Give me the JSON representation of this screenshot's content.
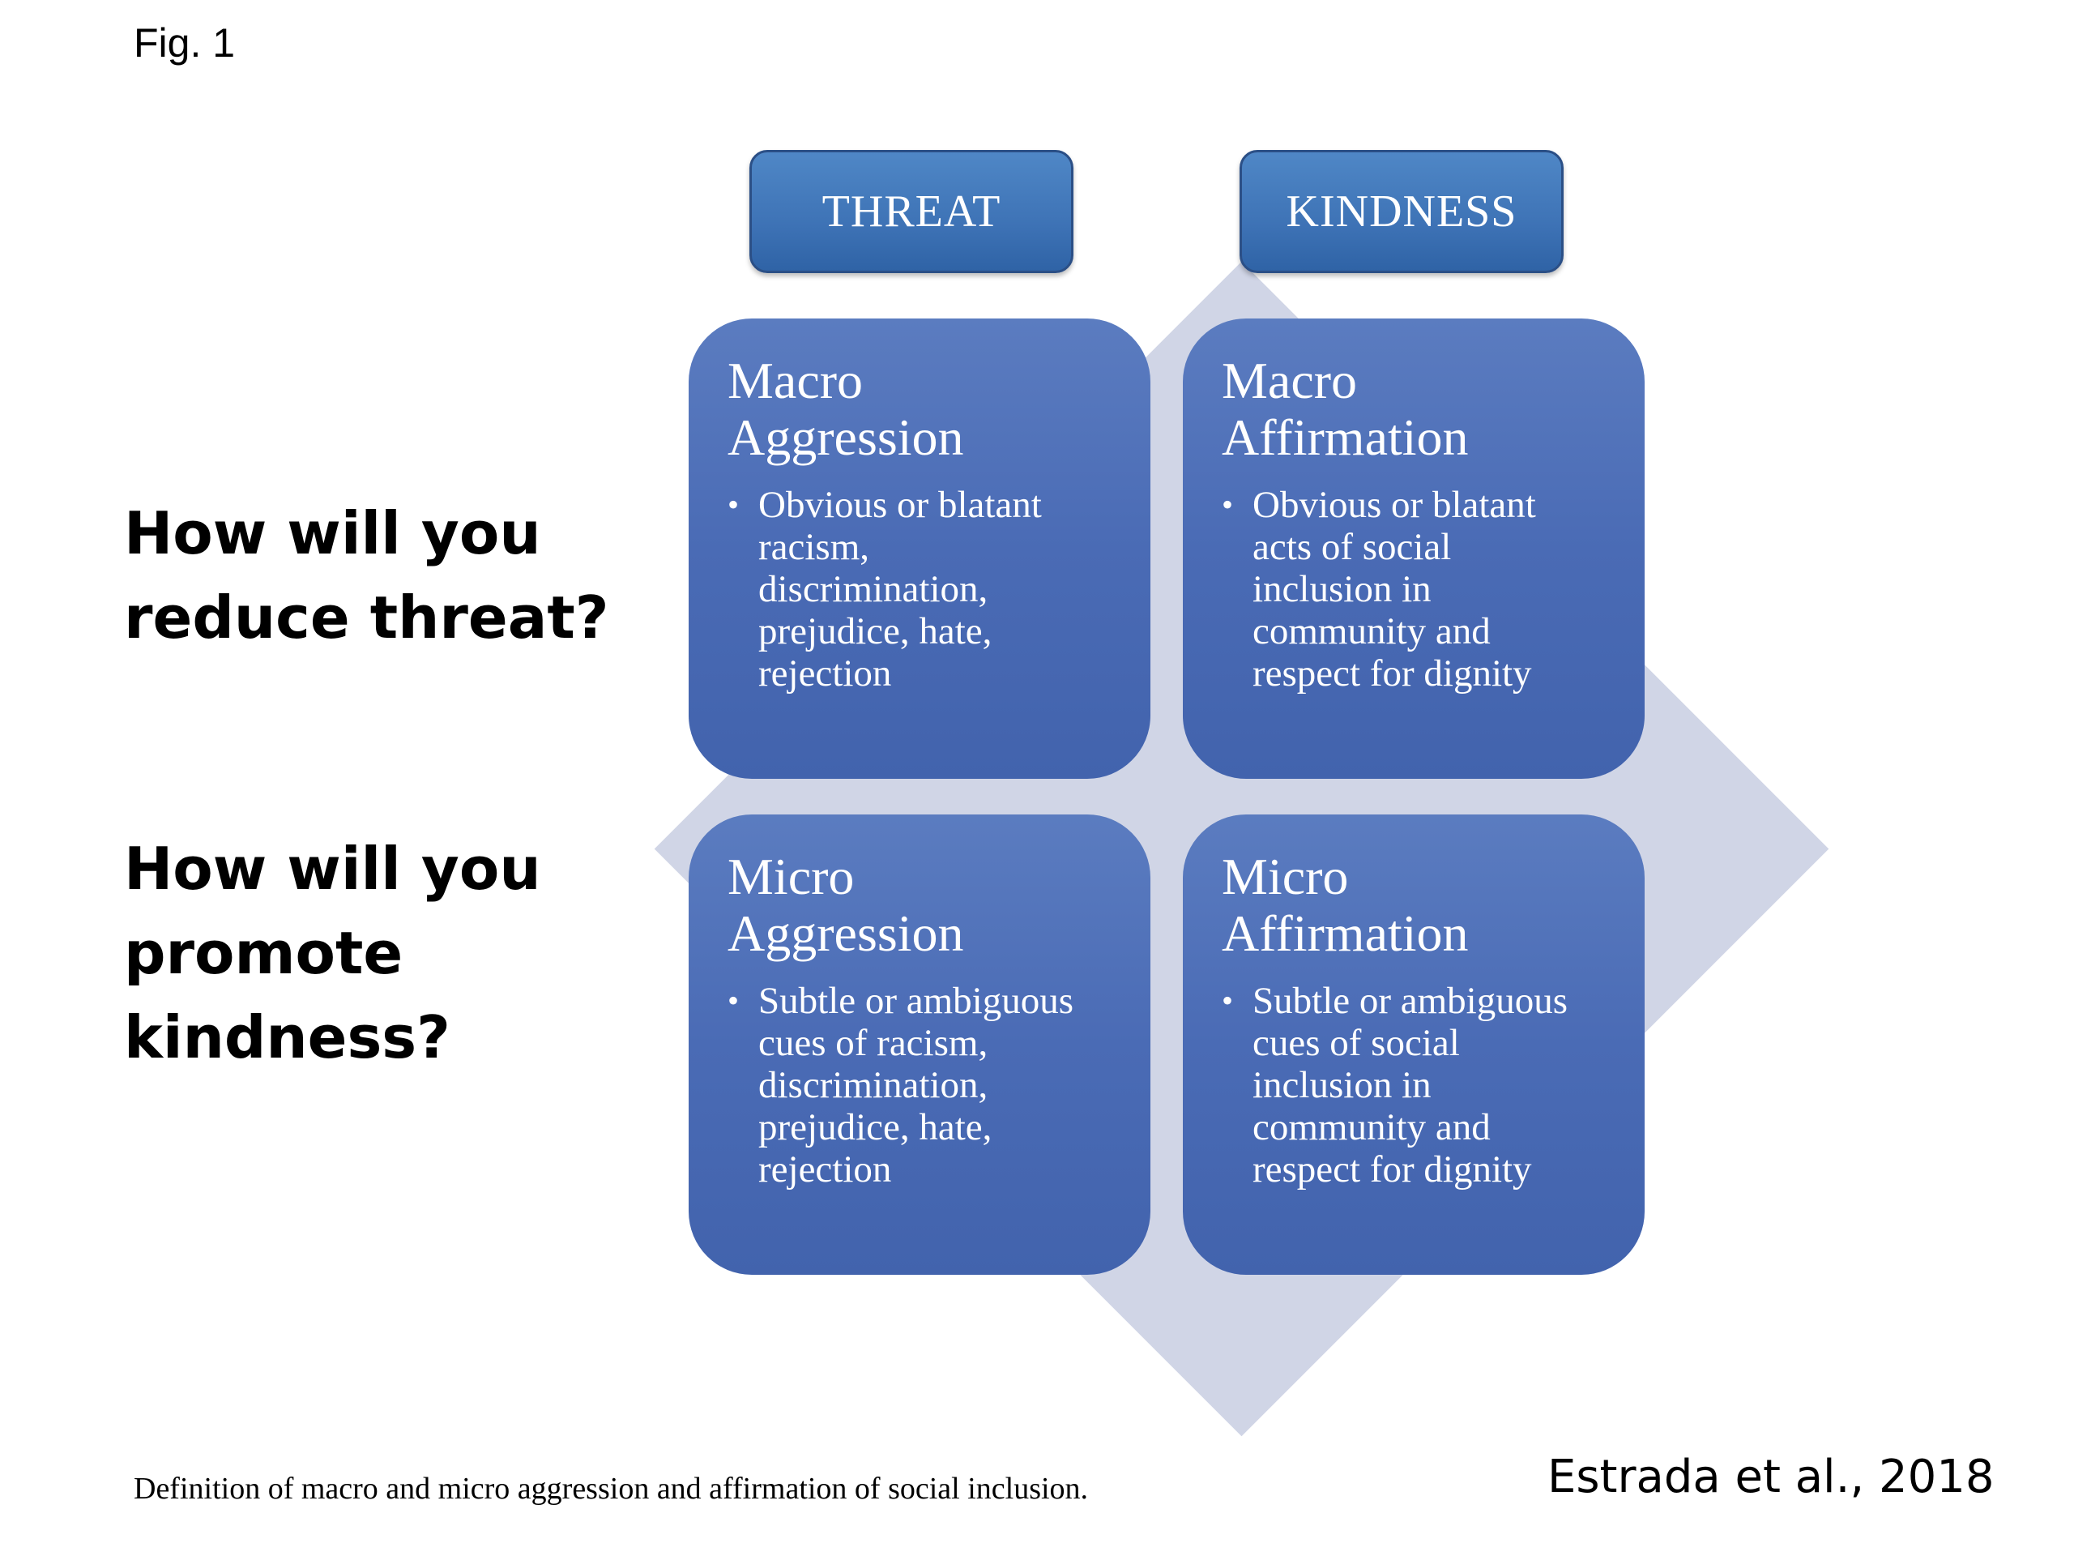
{
  "figure_label": "Fig. 1",
  "questions": {
    "q1": "How will you\nreduce threat?",
    "q2": "How will you\npromote\nkindness?"
  },
  "headers": {
    "threat": "THREAT",
    "kindness": "KINDNESS"
  },
  "quadrants": {
    "macro_aggression": {
      "title": "Macro\nAggression",
      "bullet": "Obvious or blatant\nracism,\ndiscrimination,\nprejudice, hate,\nrejection"
    },
    "macro_affirmation": {
      "title": "Macro\nAffirmation",
      "bullet": "Obvious or blatant\nacts of  social\ninclusion in\ncommunity and\nrespect for dignity"
    },
    "micro_aggression": {
      "title": "Micro\nAggression",
      "bullet": "Subtle or ambiguous\ncues of racism,\ndiscrimination,\nprejudice, hate,\nrejection"
    },
    "micro_affirmation": {
      "title": "Micro\nAffirmation",
      "bullet": "Subtle or ambiguous\ncues of  social\ninclusion in\ncommunity and\nrespect for dignity"
    }
  },
  "bullet_glyph": "•",
  "caption": "Definition of macro and micro aggression and affirmation of social inclusion.",
  "citation": "Estrada et al., 2018",
  "colors": {
    "box_blue": "#4a6bb5",
    "header_blue": "#3e73b6",
    "diamond": "#d0d5e6"
  }
}
